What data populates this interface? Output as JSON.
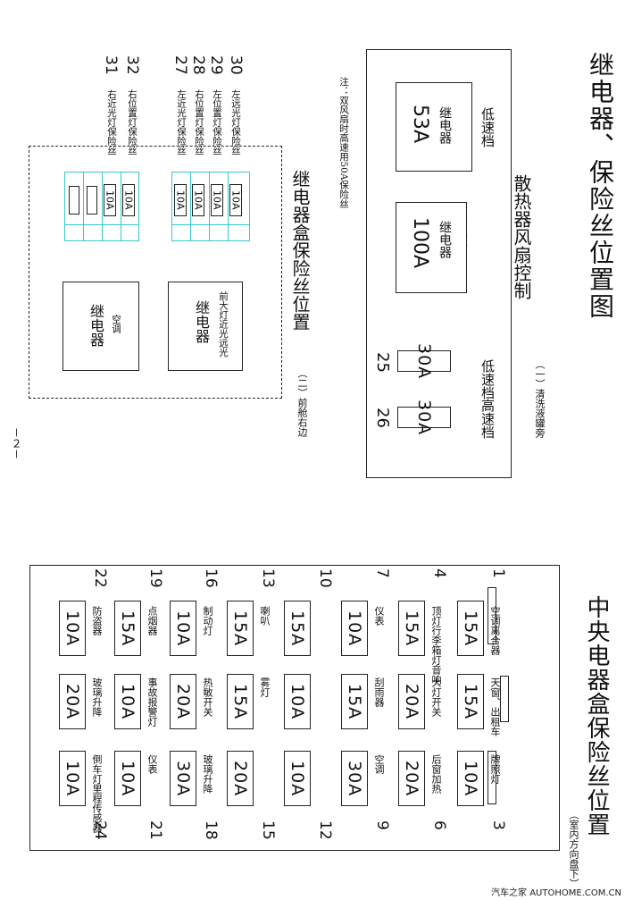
{
  "page_title": "继电器、保险丝位置图",
  "radiator": {
    "title": "散热器风扇控制",
    "subtitle": "（一）清洗液罐旁",
    "relay_low_gear": "低速档",
    "relay_low_name": "继电器",
    "relay_low_amp": "53A",
    "relay_high_gear": "高速档",
    "relay_high_name": "继电器",
    "relay_high_amp": "100A",
    "fuse_25_gear": "低速档",
    "fuse_25_amp": "30A",
    "fuse_25_num": "25",
    "fuse_26_gear": "高速档",
    "fuse_26_amp": "30A",
    "fuse_26_num": "26",
    "note": "注：双风扇时高速用50A保险丝"
  },
  "relay_box": {
    "title": "继电器盒保险丝位置",
    "subtitle": "（二）前舱右边",
    "relay1_name": "继电器",
    "relay1_desc": "前大灯近光远光",
    "relay2_name": "继电器",
    "relay2_desc": "空调",
    "fuse_amp": "10A",
    "legend": [
      {
        "num": "30",
        "label": "左远光灯保险丝"
      },
      {
        "num": "29",
        "label": "左位置灯保险丝"
      },
      {
        "num": "28",
        "label": "右位置灯保险丝"
      },
      {
        "num": "27",
        "label": "左近光灯保险丝"
      },
      {
        "num": "32",
        "label": "右位置灯保险丝"
      },
      {
        "num": "31",
        "label": "右近光灯保险丝"
      }
    ]
  },
  "page_number": "－２－",
  "central_box": {
    "title": "中央电器盒保险丝位置",
    "subtitle": "（室内方向盘下）",
    "fuses": [
      {
        "num": "1",
        "amp": "15A",
        "label": "空调离合器"
      },
      {
        "num": "",
        "amp": "15A",
        "label": "天窗、出租车"
      },
      {
        "num": "3",
        "amp": "10A",
        "label": "牌照灯"
      },
      {
        "num": "4",
        "amp": "15A",
        "label": "顶灯行李箱灯音响"
      },
      {
        "num": "",
        "amp": "20A",
        "label": "大灯开关"
      },
      {
        "num": "6",
        "amp": "20A",
        "label": "后窗加热"
      },
      {
        "num": "7",
        "amp": "10A",
        "label": "仪表"
      },
      {
        "num": "",
        "amp": "15A",
        "label": "刮雨器"
      },
      {
        "num": "9",
        "amp": "30A",
        "label": "空调"
      },
      {
        "num": "10",
        "amp": "15A",
        "label": ""
      },
      {
        "num": "",
        "amp": "10A",
        "label": ""
      },
      {
        "num": "12",
        "amp": "10A",
        "label": ""
      },
      {
        "num": "13",
        "amp": "15A",
        "label": "喇叭"
      },
      {
        "num": "",
        "amp": "15A",
        "label": "雾灯"
      },
      {
        "num": "15",
        "amp": "20A",
        "label": ""
      },
      {
        "num": "16",
        "amp": "10A",
        "label": "制动灯"
      },
      {
        "num": "",
        "amp": "20A",
        "label": "热敏开关"
      },
      {
        "num": "18",
        "amp": "30A",
        "label": "玻璃升降"
      },
      {
        "num": "19",
        "amp": "15A",
        "label": "点烟器"
      },
      {
        "num": "",
        "amp": "10A",
        "label": "事故报警灯"
      },
      {
        "num": "21",
        "amp": "10A",
        "label": "仪表"
      },
      {
        "num": "22",
        "amp": "10A",
        "label": "防盗器"
      },
      {
        "num": "",
        "amp": "20A",
        "label": "玻璃升降"
      },
      {
        "num": "24",
        "amp": "10A",
        "label": "倒车灯里程传感器"
      }
    ]
  },
  "watermark": "汽车之家 AUTOHOME.COM.CN"
}
